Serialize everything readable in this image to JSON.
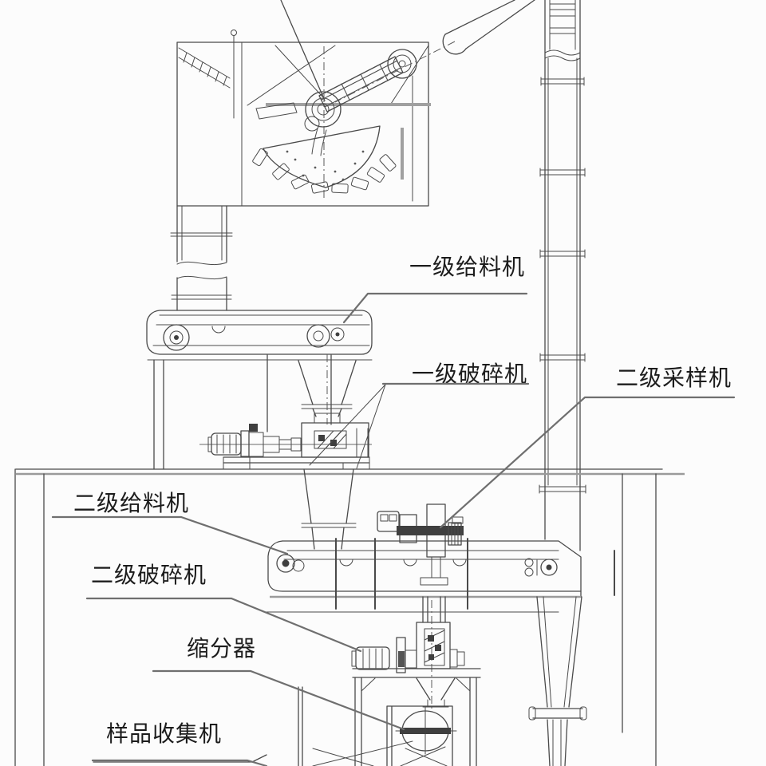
{
  "diagram": {
    "kind": "two-stage coal sampling system engineering drawing",
    "labels": {
      "primary_feeder": "一级给料机",
      "primary_crusher": "一级破碎机",
      "secondary_sampler": "二级采样机",
      "secondary_feeder": "二级给料机",
      "secondary_crusher": "二级破碎机",
      "splitter": "缩分器",
      "sample_collector": "样品收集机"
    },
    "colors": {
      "background": "#fcfcfc",
      "line": "#4a4a4a",
      "leader": "#6f6f6f",
      "text": "#1c1c1c",
      "gray_detail": "#9a9a9a"
    }
  }
}
